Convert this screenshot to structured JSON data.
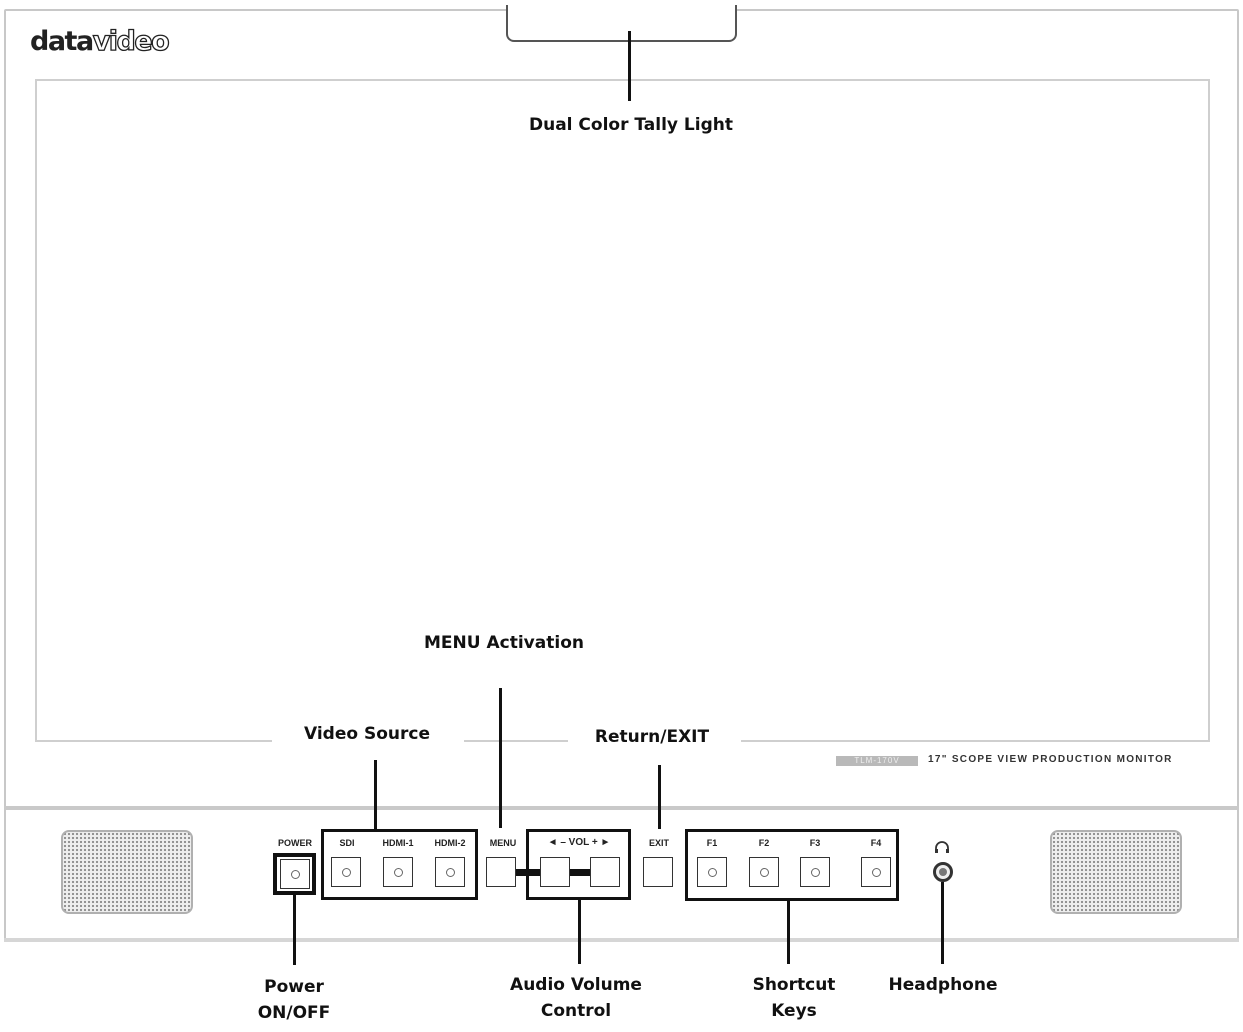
{
  "logo": {
    "part1": "data",
    "part2": "video"
  },
  "model": {
    "tag": "TLM-170V",
    "description": "17\" SCOPE VIEW PRODUCTION MONITOR"
  },
  "buttons": {
    "power": "POWER",
    "sdi": "SDI",
    "hdmi1": "HDMI-1",
    "hdmi2": "HDMI-2",
    "menu": "MENU",
    "vol": "◄ – VOL + ►",
    "exit": "EXIT",
    "f1": "F1",
    "f2": "F2",
    "f3": "F3",
    "f4": "F4"
  },
  "callouts": {
    "tally": "Dual Color Tally Light",
    "menu_activation": "MENU Activation",
    "video_source": "Video Source",
    "return_exit": "Return/EXIT",
    "power_line1": "Power",
    "power_line2": "ON/OFF",
    "audio_line1": "Audio Volume",
    "audio_line2": "Control",
    "shortcut_line1": "Shortcut",
    "shortcut_line2": "Keys",
    "headphone": "Headphone"
  },
  "icons": {
    "headphone": "headphone-icon",
    "jack": "headphone-jack-icon"
  }
}
